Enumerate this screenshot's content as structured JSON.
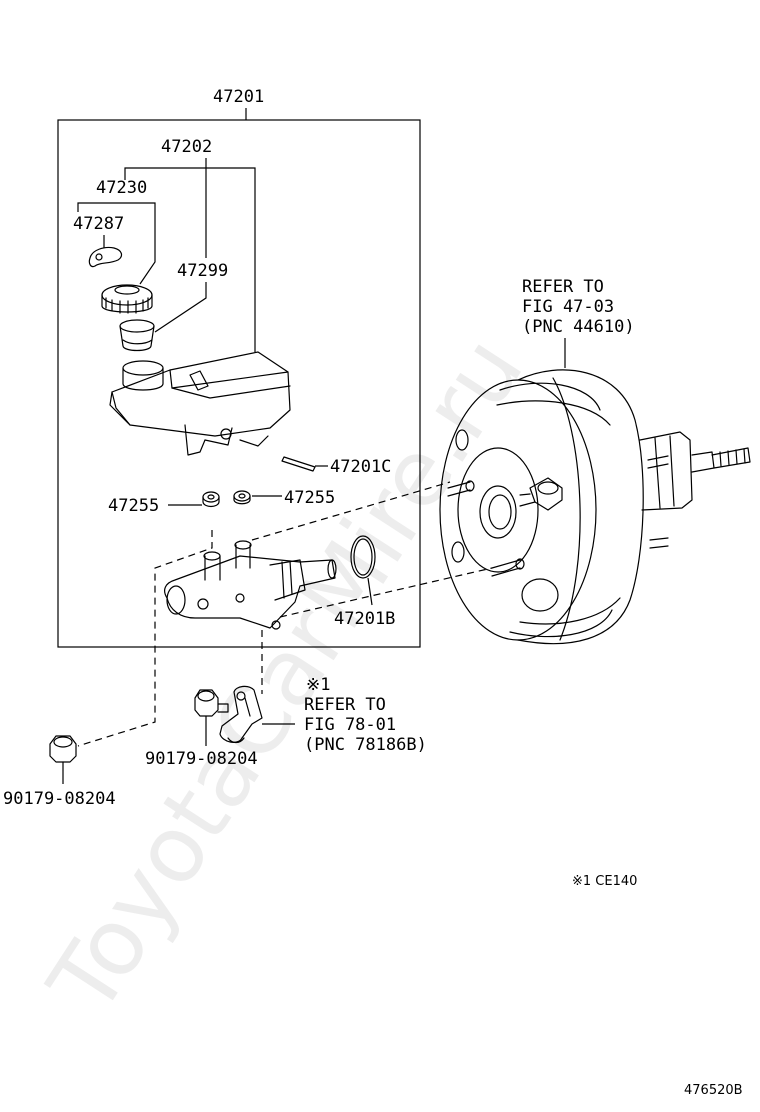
{
  "diagram": {
    "labels": {
      "assembly": "47201",
      "reservoir_set": "47202",
      "cap_set": "47230",
      "cap_clip": "47287",
      "strainer": "47299",
      "pin": "47201C",
      "grommet_left": "47255",
      "grommet_right": "47255",
      "o_ring": "47201B",
      "nut_left": "90179-08204",
      "nut_middle": "90179-08204"
    },
    "refer_booster": [
      "REFER TO",
      "FIG 47-03",
      "(PNC 44610)"
    ],
    "refer_bracket": [
      "※1",
      "REFER TO",
      "FIG 78-01",
      "(PNC 78186B)"
    ],
    "footnote": "※1  CE140",
    "illustration_code": "476520B",
    "watermark": "ToyotaCarMire.ru"
  }
}
